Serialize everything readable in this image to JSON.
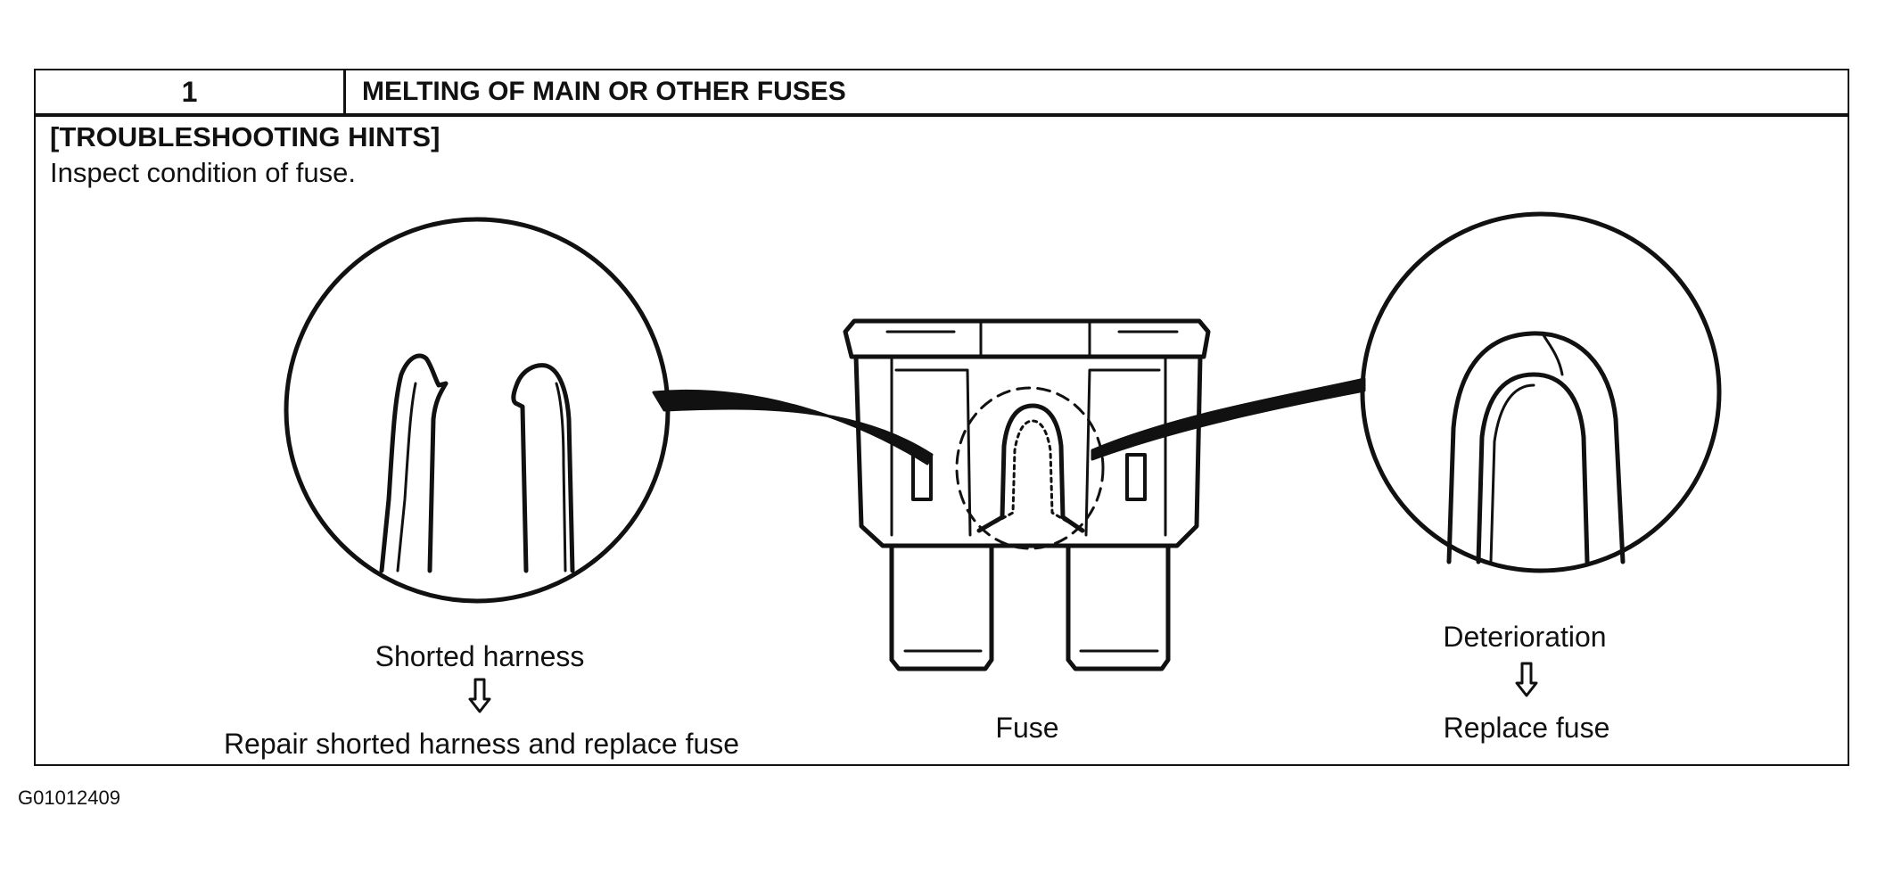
{
  "header": {
    "step_number": "1",
    "title": "MELTING OF MAIN OR OTHER FUSES"
  },
  "hints": {
    "title": "[TROUBLESHOOTING HINTS]",
    "text": "Inspect condition of fuse."
  },
  "labels": {
    "left_cause": "Shorted harness",
    "left_action": "Repair shorted harness and replace fuse",
    "center": "Fuse",
    "right_cause": "Deterioration",
    "right_action": "Replace fuse"
  },
  "figure_code": "G01012409",
  "icons": [
    "down-arrow-icon"
  ]
}
